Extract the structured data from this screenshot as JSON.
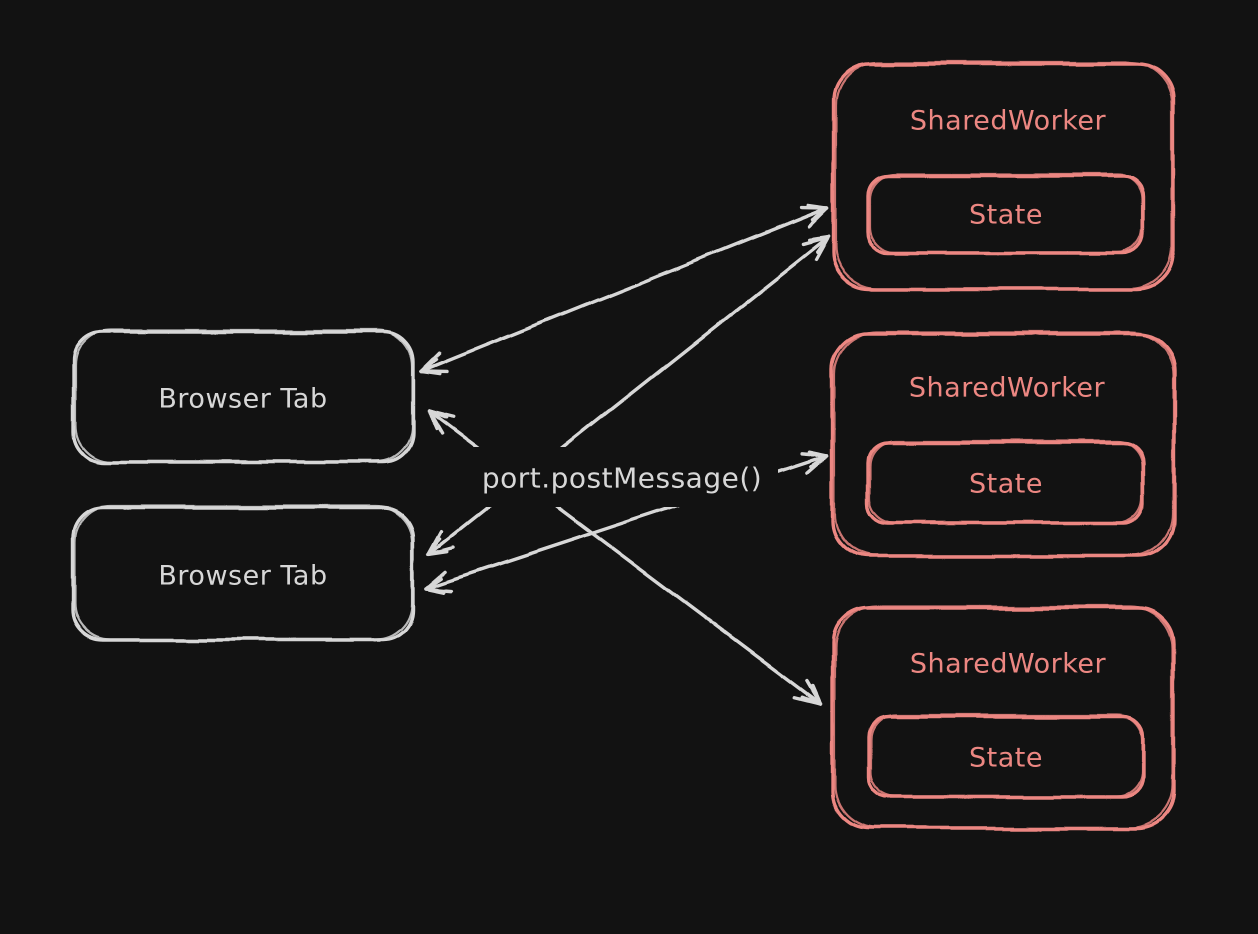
{
  "colors": {
    "canvas": "#121212",
    "light_stroke": "#d7d7d7",
    "accent_stroke": "#ec8782"
  },
  "diagram": {
    "message_label": "port.postMessage()",
    "browser_tabs": [
      {
        "id": "browser-tab-1",
        "label": "Browser Tab"
      },
      {
        "id": "browser-tab-2",
        "label": "Browser Tab"
      }
    ],
    "shared_workers": [
      {
        "id": "shared-worker-1",
        "title": "SharedWorker",
        "state_label": "State"
      },
      {
        "id": "shared-worker-2",
        "title": "SharedWorker",
        "state_label": "State"
      },
      {
        "id": "shared-worker-3",
        "title": "SharedWorker",
        "state_label": "State"
      }
    ],
    "connections": [
      {
        "from": "browser-tab-1",
        "to": "shared-worker-1",
        "via": "port.postMessage()",
        "bidirectional": true
      },
      {
        "from": "browser-tab-2",
        "to": "shared-worker-1",
        "via": "port.postMessage()",
        "bidirectional": true
      },
      {
        "from": "browser-tab-1",
        "to": "shared-worker-3",
        "via": "port.postMessage()",
        "bidirectional": true
      },
      {
        "from": "browser-tab-2",
        "to": "shared-worker-2",
        "via": "port.postMessage()",
        "bidirectional": true
      }
    ]
  }
}
